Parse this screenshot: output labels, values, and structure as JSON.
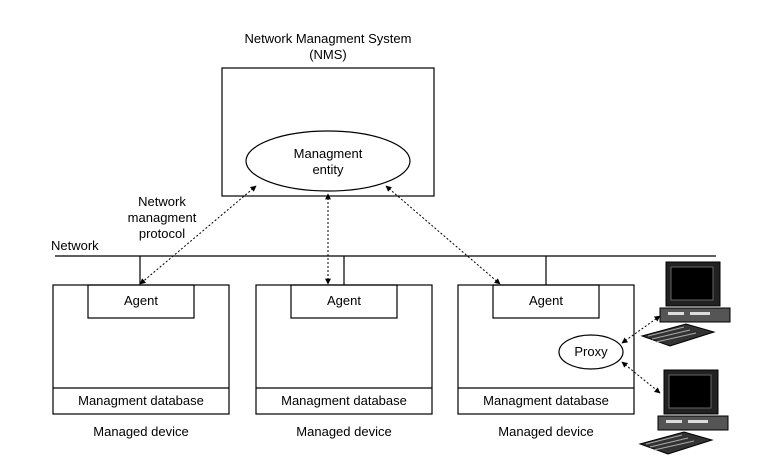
{
  "nms": {
    "title": "Network Managment System",
    "subtitle": "(NMS)"
  },
  "management_entity": {
    "line1": "Managment",
    "line2": "entity"
  },
  "protocol_label": {
    "line1": "Network",
    "line2": "managment",
    "line3": "protocol"
  },
  "network_label": "Network",
  "devices": [
    {
      "agent": "Agent",
      "database": "Managment database",
      "caption": "Managed device"
    },
    {
      "agent": "Agent",
      "database": "Managment database",
      "caption": "Managed device"
    },
    {
      "agent": "Agent",
      "database": "Managment database",
      "caption": "Managed device",
      "proxy": "Proxy"
    }
  ],
  "icons": [
    "computer-icon",
    "computer-icon"
  ]
}
